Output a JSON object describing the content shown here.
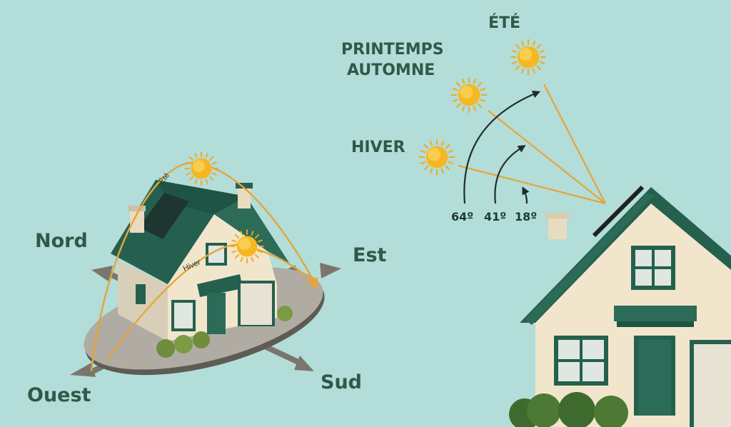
{
  "compass": {
    "north": "Nord",
    "east": "Est",
    "west": "Ouest",
    "south": "Sud"
  },
  "sun_paths": {
    "summer": "Été",
    "winter": "Hiver"
  },
  "seasons": {
    "summer": "ÉTÉ",
    "spring": "PRINTEMPS",
    "autumn": "AUTOMNE",
    "winter": "HIVER"
  },
  "angles": {
    "summer": "64º",
    "equinox": "41º",
    "winter": "18º"
  },
  "colors": {
    "background": "#b3ddd8",
    "roof": "#25604f",
    "walls": "#f1e6cc",
    "sun": "#f5b722",
    "ray": "#e5a53a",
    "ground": "#afaba2",
    "label": "#2f5948"
  }
}
